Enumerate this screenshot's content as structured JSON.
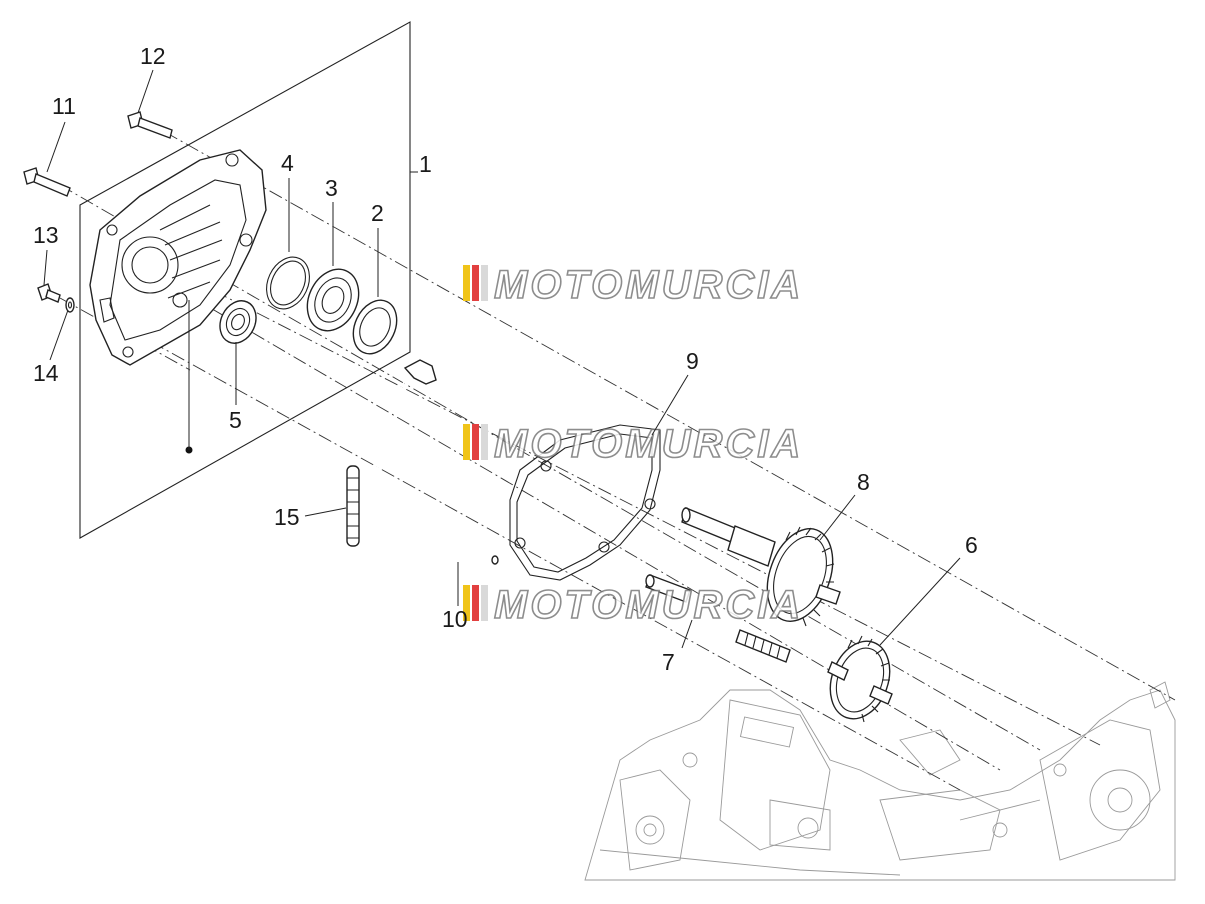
{
  "watermark": {
    "text": "MOTOMURCIA",
    "stripe_colors": [
      "#f0c419",
      "#e24040",
      "#d9d9d9"
    ]
  },
  "callouts": [
    {
      "id": "1",
      "text": "1"
    },
    {
      "id": "2",
      "text": "2"
    },
    {
      "id": "3",
      "text": "3"
    },
    {
      "id": "4",
      "text": "4"
    },
    {
      "id": "5",
      "text": "5"
    },
    {
      "id": "6",
      "text": "6"
    },
    {
      "id": "7",
      "text": "7"
    },
    {
      "id": "8",
      "text": "8"
    },
    {
      "id": "9",
      "text": "9"
    },
    {
      "id": "10",
      "text": "10"
    },
    {
      "id": "11",
      "text": "11"
    },
    {
      "id": "12",
      "text": "12"
    },
    {
      "id": "13",
      "text": "13"
    },
    {
      "id": "14",
      "text": "14"
    },
    {
      "id": "15",
      "text": "15"
    }
  ],
  "parts": {
    "cover": "transmission-cover-icon",
    "bearing_large": "bearing-icon",
    "bearing_small": "bearing-icon",
    "circlip": "circlip-icon",
    "oil_seal": "oil-seal-icon",
    "gasket": "gasket-icon",
    "pipe": "breather-pipe-icon",
    "dowel": "dowel-pin-icon",
    "gear_shaft": "gear-shaft-icon",
    "gear_small": "gear-icon",
    "drive_shaft": "shaft-icon",
    "bolt": "bolt-icon",
    "washer": "washer-icon",
    "engine": "engine-block-icon"
  }
}
